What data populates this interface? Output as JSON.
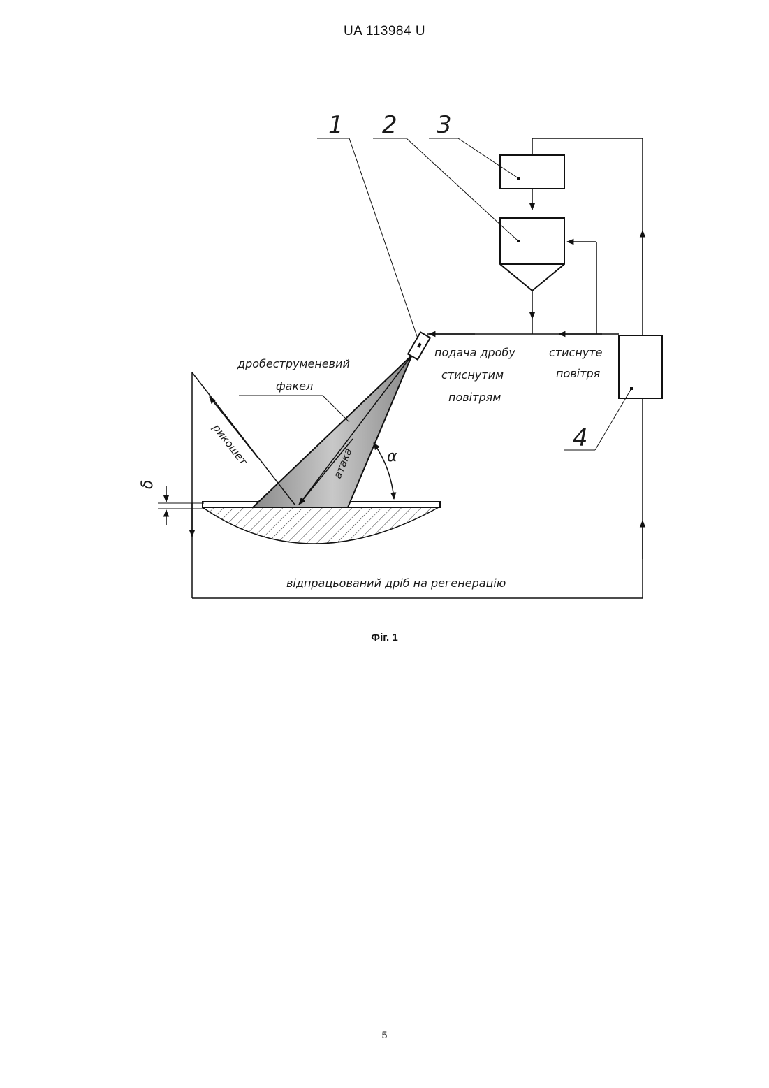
{
  "header": {
    "patent_id": "UA   113984   U"
  },
  "figure": {
    "numbers": {
      "n1": "1",
      "n2": "2",
      "n3": "3",
      "n4": "4"
    },
    "labels": {
      "torch_line1": "дробеструменевий",
      "torch_line2": "факел",
      "feed_line1": "подача дробу",
      "feed_line2": "стиснутим",
      "feed_line3": "повітрям",
      "air_line1": "стиснуте",
      "air_line2": "повітря",
      "ricochet": "рикошет",
      "hit": "атака",
      "alpha": "α",
      "delta": "δ",
      "spent_shot": "відпрацьований дріб на регенерацію"
    }
  },
  "caption": {
    "text": "Фіг. 1"
  },
  "footer": {
    "page_number": "5"
  }
}
